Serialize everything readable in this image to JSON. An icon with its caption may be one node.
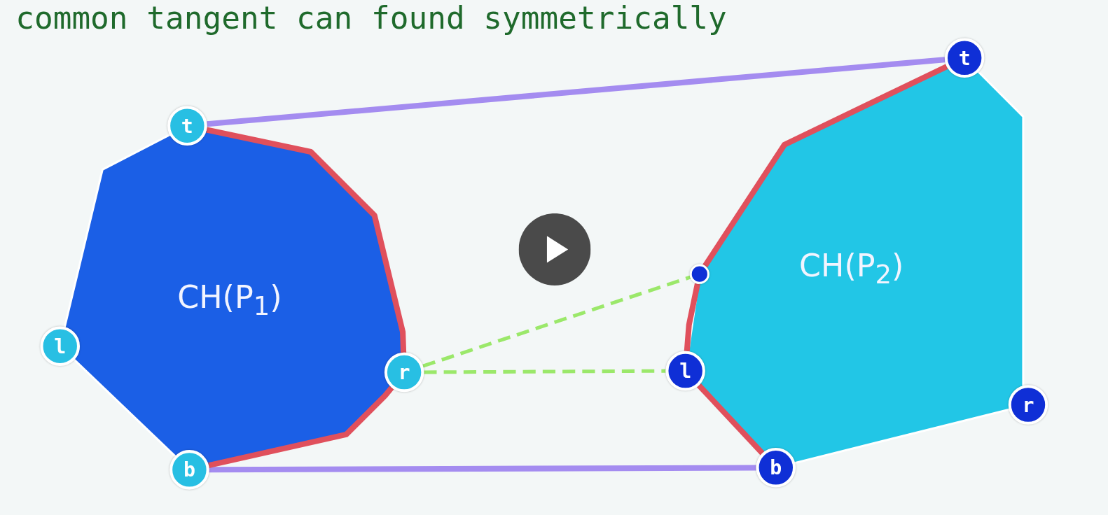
{
  "diagram": {
    "title": "common tangent can found symmetrically",
    "nodes": [
      {
        "text": [
          "CH(P$_{1}$)"
        ]
      },
      {
        "text": [
          "t"
        ]
      },
      {
        "text": [
          "l"
        ]
      },
      {
        "text": [
          "r"
        ]
      },
      {
        "text": [
          "b"
        ]
      },
      {
        "text": [
          "CH(P$_{2}$)"
        ]
      },
      {
        "text": [
          "t"
        ]
      },
      {
        "text": [],
        "shape": "circle"
      },
      {
        "text": [
          "l"
        ]
      },
      {
        "text": [
          "r"
        ]
      },
      {
        "text": [
          "b"
        ]
      }
    ],
    "edges": [
      {
        "from": 1,
        "to": 6,
        "arrow": "none",
        "color": "#a48cf0"
      },
      {
        "from": 4,
        "to": 10,
        "arrow": "none",
        "color": "#a48cf0"
      },
      {
        "from": 1,
        "to": 3,
        "arrow": "none"
      },
      {
        "from": 3,
        "to": 4,
        "arrow": "none"
      },
      {
        "from": 6,
        "to": 7,
        "arrow": "none"
      },
      {
        "from": 7,
        "to": 8,
        "arrow": "none"
      },
      {
        "from": 8,
        "to": 10,
        "arrow": "none"
      },
      {
        "from": 3,
        "to": 7,
        "arrow": "none",
        "style": "dashed",
        "color": "#9be86a"
      },
      {
        "from": 3,
        "to": 8,
        "arrow": "none",
        "style": "dashed",
        "color": "#9be86a"
      }
    ]
  }
}
